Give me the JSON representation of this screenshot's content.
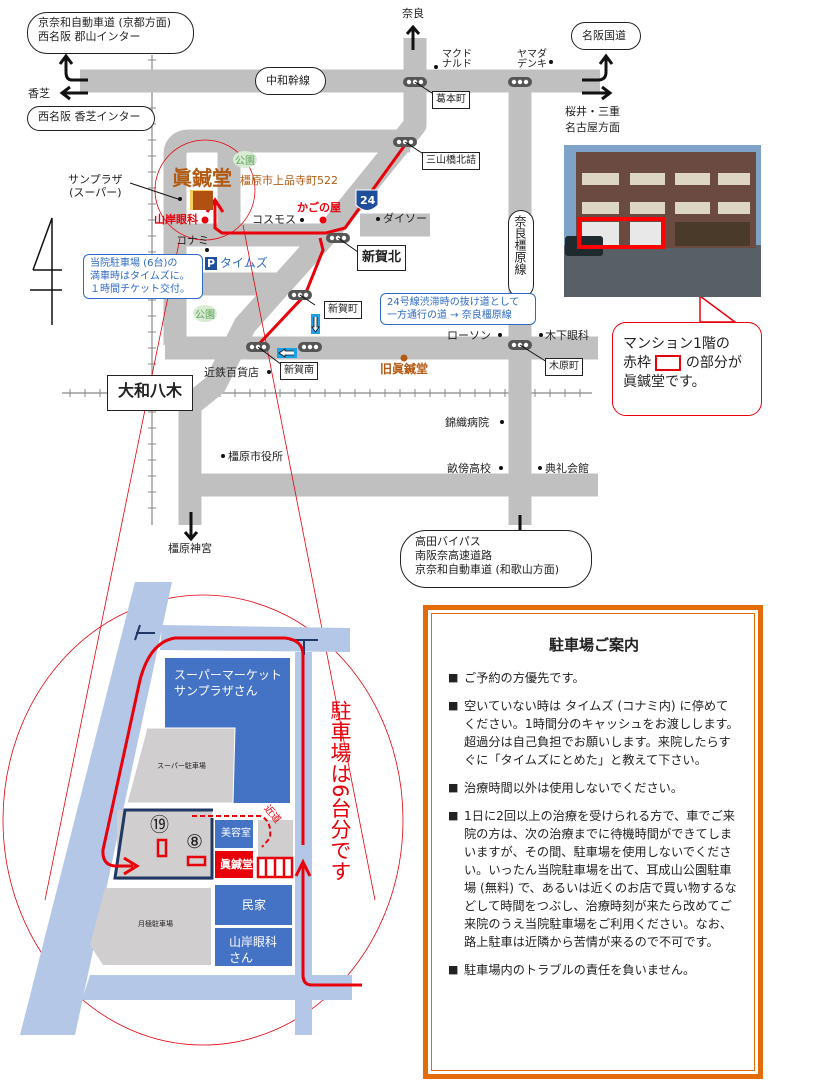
{
  "top_map": {
    "pill_kyoto": [
      "京奈和自動車道 (京都方面)",
      "西名阪 郡山インター"
    ],
    "kashiba": "香芝",
    "pill_kashiba_ic": "西名阪 香芝インター",
    "pill_chuwa": "中和幹線",
    "nara": "奈良",
    "mcdonalds": [
      "マクド",
      "ナルド"
    ],
    "yamada": [
      "ヤマダ",
      "デンキ"
    ],
    "pill_meihan": "名阪国道",
    "sakurai": [
      "桜井・三重",
      "名古屋方面"
    ],
    "kuzumoto": "葛本町",
    "sanzan": "三山橋北詰",
    "pill_narakashihara": "奈良橿原線",
    "park1": "公園",
    "park2": "公園",
    "clinic_name": "眞鍼堂",
    "address": "橿原市上品寺町522",
    "sunplaza": [
      "サンプラザ",
      "(スーパー)"
    ],
    "yamagishi": "山岸眼科",
    "kagonoya": "かごの屋",
    "cosmos": "コスモス",
    "daiso": "ダイソー",
    "route": "24",
    "konami": "コナミ",
    "times_p": "P",
    "times": "タイムズ",
    "parking_info": [
      "当院駐車場 (6台)の",
      "満車時はタイムズに。",
      "１時間チケット交付。"
    ],
    "shingakita": "新賀北",
    "shingacho": "新賀町",
    "shortcut_info": [
      "24号線渋滞時の抜け道として",
      "一方通行の道 → 奈良橿原線"
    ],
    "lawson": "ローソン",
    "kinoshita": "木下眼科",
    "kiharacho": "木原町",
    "kintetsu": "近鉄百貨店",
    "shinganan": "新賀南",
    "old_clinic": "旧眞鍼堂",
    "yamatoyagi": "大和八木",
    "nishigori": "錦織病院",
    "cityhall": "橿原市役所",
    "unebi": "畝傍高校",
    "tenrei": "典礼会館",
    "jingu": "橿原神宮",
    "pill_takada": [
      "高田バイパス",
      "南阪奈高速道路",
      "京奈和自動車道 (和歌山方面)"
    ],
    "north_arrow": "N"
  },
  "photo_callout": [
    "マンション1階の",
    "赤枠",
    "の部分が",
    "眞鍼堂です。"
  ],
  "detail_map": {
    "supermarket": [
      "スーパーマーケット",
      "サンプラザさん"
    ],
    "super_parking": "スーパー駐車場",
    "monthly_parking": "月極駐車場",
    "salon": "美容室",
    "clinic": "眞鍼堂",
    "house": "民家",
    "yamagishi": [
      "山岸眼科",
      "さん"
    ],
    "shortcut": "近道",
    "spot_19": "⑲",
    "spot_8": "⑧",
    "capacity": "駐車場は6台分です"
  },
  "notice": {
    "title": "駐車場ご案内",
    "items": [
      "ご予約の方優先です。",
      "空いていない時は タイムズ (コナミ内) に停めてください。1時間分のキャッシュをお渡しします。超過分は自己負担でお願いします。来院したらすぐに「タイムズにとめた」と教えて下さい。",
      "治療時間以外は使用しないでください。",
      "1日に2回以上の治療を受けられる方で、車でご来院の方は、次の治療までに待機時間ができてしまいますが、その間、駐車場を使用しないでください。いったん当院駐車場を出て、耳成山公園駐車場 (無料) で、あるいは近くのお店で買い物するなどして時間をつぶし、治療時刻が来たら改めてご来院のうえ当院駐車場をご利用ください。なお、路上駐車は近隣から苦情が来るので不可です。",
      "駐車場内のトラブルの責任を負いません。"
    ]
  },
  "colors": {
    "road": "#c0c0c0",
    "route": "#e8000b",
    "brand": "#b35a12",
    "detail_road": "#b4c7e7",
    "block": "#4472c4",
    "notice_border": "#e36c09"
  }
}
